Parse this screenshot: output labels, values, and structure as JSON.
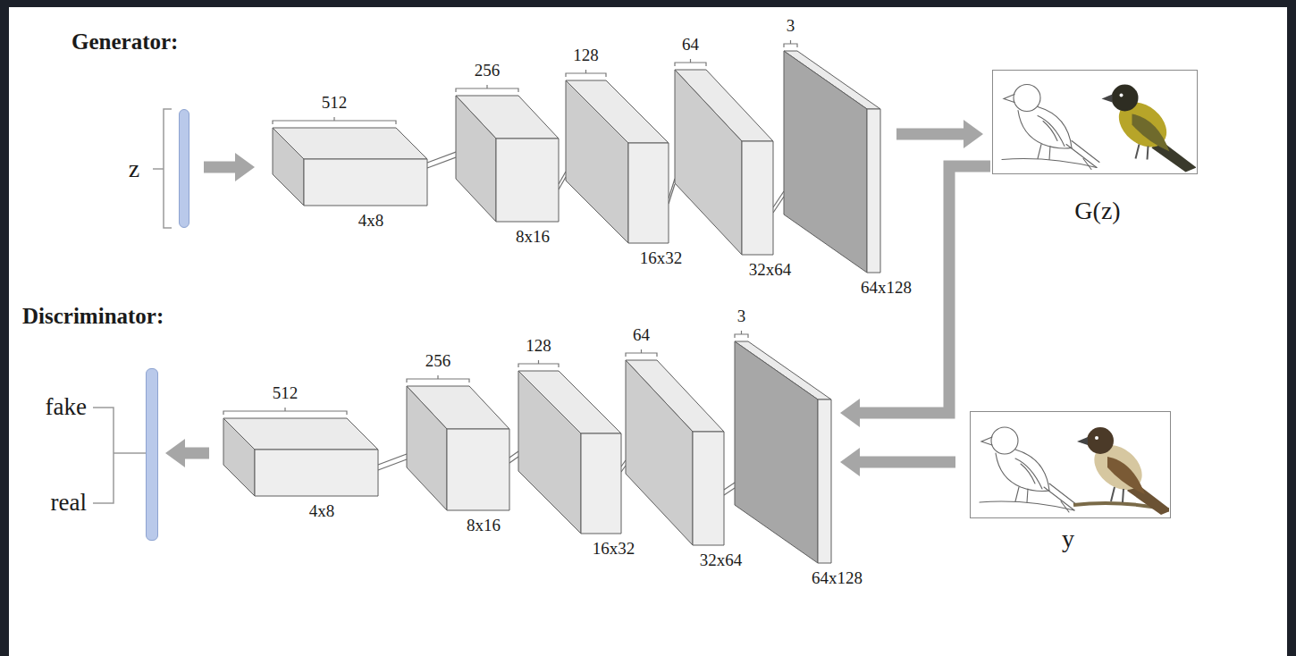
{
  "diagram": {
    "nodes": [
      {
        "text": [
          "z"
        ]
      },
      {
        "text": [
          "512",
          "4x8"
        ]
      },
      {
        "text": [
          "256",
          "8x16"
        ]
      },
      {
        "text": [
          "128",
          "16x32"
        ]
      },
      {
        "text": [
          "64",
          "32x64"
        ]
      },
      {
        "text": [
          "3",
          "64x128"
        ]
      },
      {
        "text": [
          "G(z)"
        ]
      },
      {
        "text": [
          "3",
          "64x128"
        ]
      },
      {
        "text": [
          "64",
          "32x64"
        ]
      },
      {
        "text": [
          "128",
          "16x32"
        ]
      },
      {
        "text": [
          "256",
          "8x16"
        ]
      },
      {
        "text": [
          "512",
          "4x8"
        ]
      },
      {
        "text": [
          "fake",
          "real"
        ]
      },
      {
        "text": [
          "y"
        ]
      }
    ],
    "edges": [
      {
        "from": 0,
        "to": 1,
        "arrow": "to"
      },
      {
        "from": 1,
        "to": 2,
        "arrow": "none"
      },
      {
        "from": 2,
        "to": 3,
        "arrow": "none"
      },
      {
        "from": 3,
        "to": 4,
        "arrow": "none"
      },
      {
        "from": 4,
        "to": 5,
        "arrow": "none"
      },
      {
        "from": 5,
        "to": 6,
        "arrow": "to"
      },
      {
        "from": 6,
        "to": 7,
        "arrow": "to"
      },
      {
        "from": 13,
        "to": 7,
        "arrow": "to"
      },
      {
        "from": 7,
        "to": 8,
        "arrow": "none"
      },
      {
        "from": 8,
        "to": 9,
        "arrow": "none"
      },
      {
        "from": 9,
        "to": 10,
        "arrow": "none"
      },
      {
        "from": 10,
        "to": 11,
        "arrow": "none"
      },
      {
        "from": 11,
        "to": 12,
        "arrow": "to"
      }
    ],
    "labels": [
      "Generator:",
      "Discriminator:"
    ]
  }
}
